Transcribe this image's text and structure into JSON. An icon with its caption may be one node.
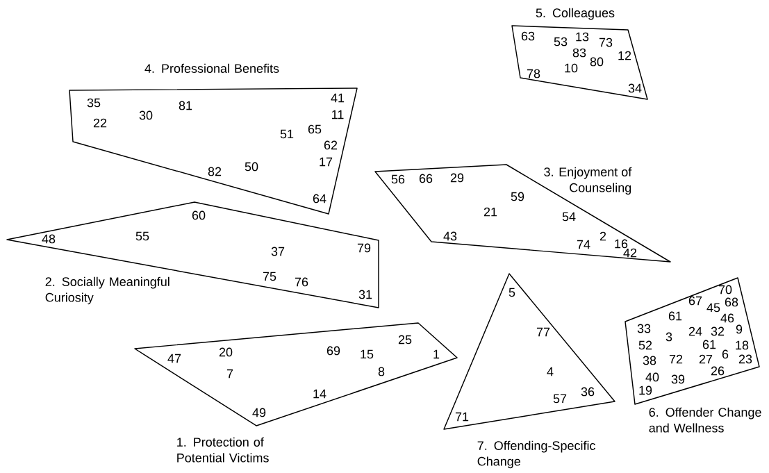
{
  "diagram": {
    "nodes": [
      {
        "text": [
          "1. Protection of Potential Victims",
          "25",
          "47",
          "20",
          "69",
          "15",
          "1",
          "7",
          "8",
          "14",
          "49"
        ]
      },
      {
        "text": [
          "2. Socially Meaningful Curiosity",
          "60",
          "55",
          "48",
          "79",
          "37",
          "75",
          "76",
          "31"
        ]
      },
      {
        "text": [
          "3. Enjoyment of Counseling",
          "56",
          "66",
          "29",
          "59",
          "21",
          "54",
          "43",
          "2",
          "74",
          "16",
          "42"
        ]
      },
      {
        "text": [
          "4. Professional Benefits",
          "41",
          "35",
          "81",
          "11",
          "30",
          "22",
          "65",
          "51",
          "62",
          "17",
          "50",
          "82",
          "64"
        ]
      },
      {
        "text": [
          "5. Colleagues",
          "63",
          "13",
          "53",
          "73",
          "83",
          "12",
          "80",
          "10",
          "78",
          "34"
        ]
      },
      {
        "text": [
          "6. Offender Change and Wellness",
          "70",
          "67",
          "68",
          "45",
          "61",
          "46",
          "33",
          "24",
          "32",
          "9",
          "3",
          "52",
          "61",
          "18",
          "6",
          "38",
          "72",
          "27",
          "23",
          "26",
          "40",
          "39",
          "19"
        ]
      },
      {
        "text": [
          "7. Offending-Specific Change",
          "5",
          "77",
          "4",
          "36",
          "57",
          "71"
        ]
      }
    ]
  }
}
